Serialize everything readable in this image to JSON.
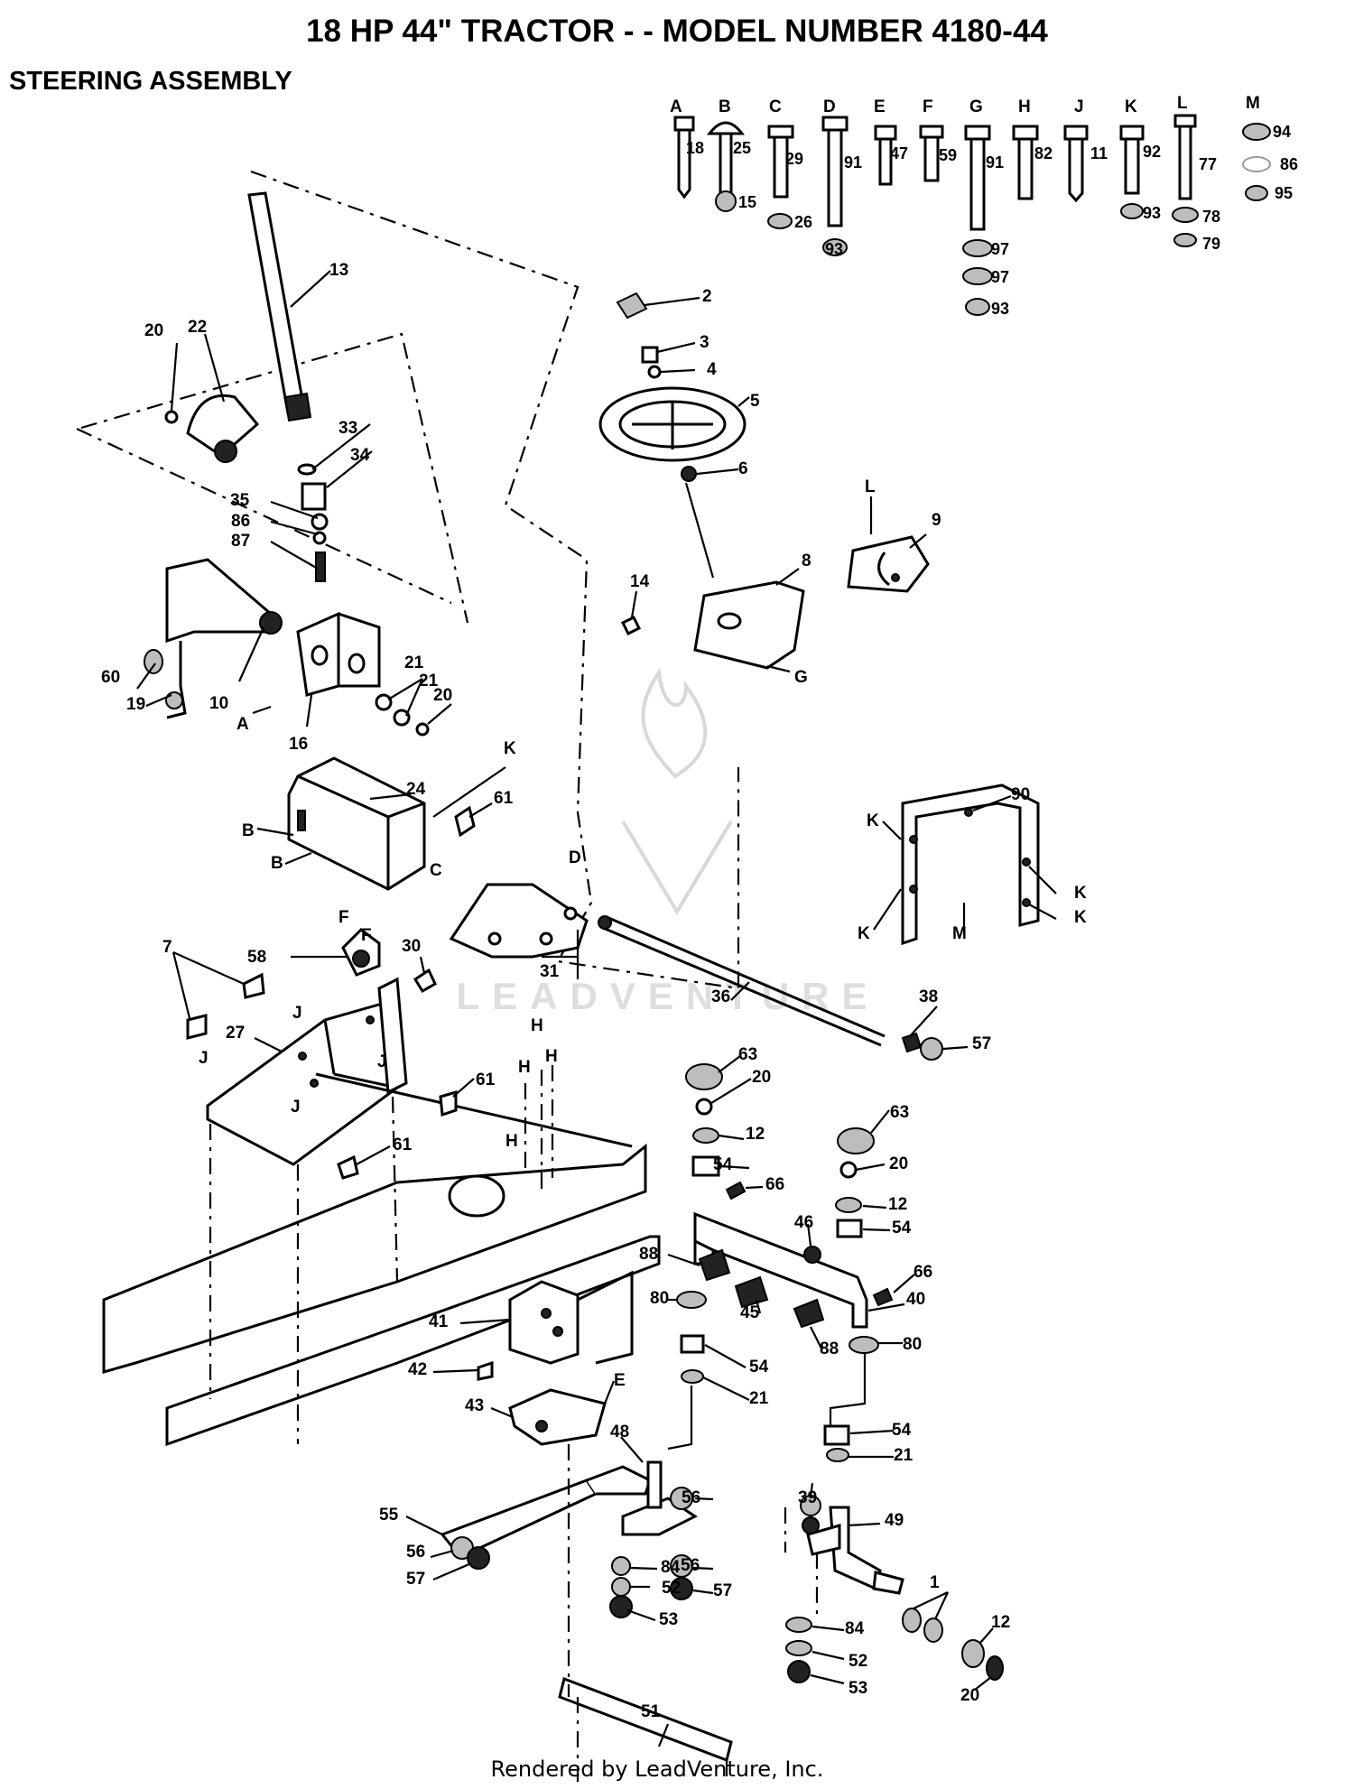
{
  "page": {
    "title": "18 HP 44\" TRACTOR - - MODEL NUMBER 4180-44",
    "subtitle": "STEERING ASSEMBLY",
    "footer": "Rendered by LeadVenture, Inc.",
    "watermark": "LEADVENTURE"
  },
  "hardware": {
    "columns": [
      "A",
      "B",
      "C",
      "D",
      "E",
      "F",
      "G",
      "H",
      "J",
      "K",
      "L",
      "M"
    ],
    "numbers": [
      "18",
      "25",
      "15",
      "29",
      "26",
      "91",
      "93",
      "47",
      "59",
      "91",
      "97",
      "97",
      "93",
      "82",
      "11",
      "92",
      "93",
      "77",
      "78",
      "79",
      "94",
      "86",
      "95"
    ]
  },
  "callouts": {
    "parts": [
      "1",
      "2",
      "3",
      "4",
      "5",
      "6",
      "7",
      "8",
      "9",
      "10",
      "12",
      "12",
      "12",
      "13",
      "14",
      "16",
      "19",
      "20",
      "20",
      "20",
      "20",
      "20",
      "21",
      "21",
      "21",
      "21",
      "22",
      "24",
      "27",
      "30",
      "31",
      "33",
      "34",
      "35",
      "36",
      "38",
      "39",
      "40",
      "41",
      "42",
      "43",
      "45",
      "46",
      "48",
      "49",
      "51",
      "52",
      "52",
      "53",
      "53",
      "54",
      "54",
      "54",
      "54",
      "55",
      "56",
      "56",
      "56",
      "57",
      "57",
      "57",
      "58",
      "60",
      "61",
      "61",
      "61",
      "63",
      "63",
      "66",
      "66",
      "80",
      "80",
      "84",
      "84",
      "86",
      "87",
      "88",
      "88",
      "90"
    ],
    "refs": [
      "A",
      "B",
      "B",
      "C",
      "D",
      "E",
      "F",
      "F",
      "G",
      "H",
      "H",
      "H",
      "H",
      "J",
      "J",
      "J",
      "J",
      "K",
      "K",
      "K",
      "K",
      "K",
      "L",
      "M"
    ]
  },
  "colors": {
    "ink": "#000000",
    "background": "#ffffff",
    "watermark": "#d8d8d8"
  }
}
